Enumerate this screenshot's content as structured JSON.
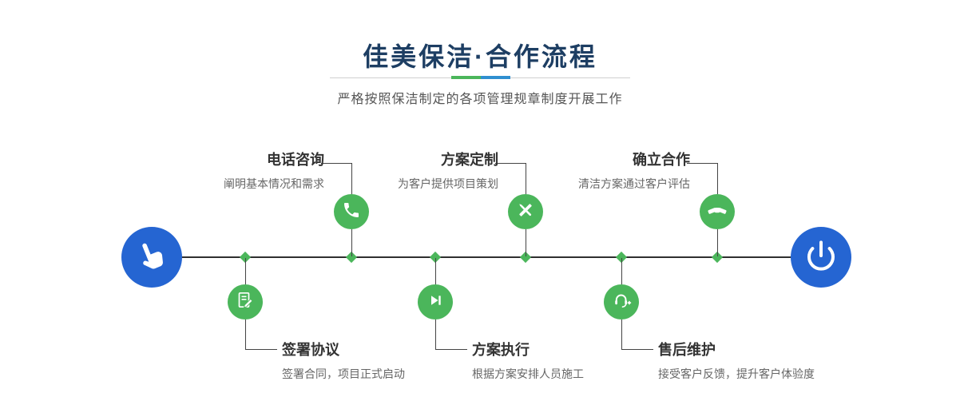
{
  "header": {
    "title": "佳美保洁·合作流程",
    "subtitle": "严格按照保洁制定的各项管理规章制度开展工作"
  },
  "timeline": {
    "start_icon": "hand-pointer-icon",
    "end_icon": "power-icon",
    "top_steps": [
      {
        "title": "电话咨询",
        "desc": "阐明基本情况和需求",
        "icon": "phone-icon"
      },
      {
        "title": "方案定制",
        "desc": "为客户提供项目策划",
        "icon": "design-tools-icon"
      },
      {
        "title": "确立合作",
        "desc": "清洁方案通过客户评估",
        "icon": "handshake-icon"
      }
    ],
    "bottom_steps": [
      {
        "title": "签署协议",
        "desc": "签署合同，项目正式启动",
        "icon": "contract-icon"
      },
      {
        "title": "方案执行",
        "desc": "根据方案安排人员施工",
        "icon": "play-icon"
      },
      {
        "title": "售后维护",
        "desc": "接受客户反馈，提升客户体验度",
        "icon": "headset-icon"
      }
    ]
  },
  "colors": {
    "accent_green": "#4bb65b",
    "accent_blue": "#2565d2",
    "title_navy": "#1d3e63"
  }
}
